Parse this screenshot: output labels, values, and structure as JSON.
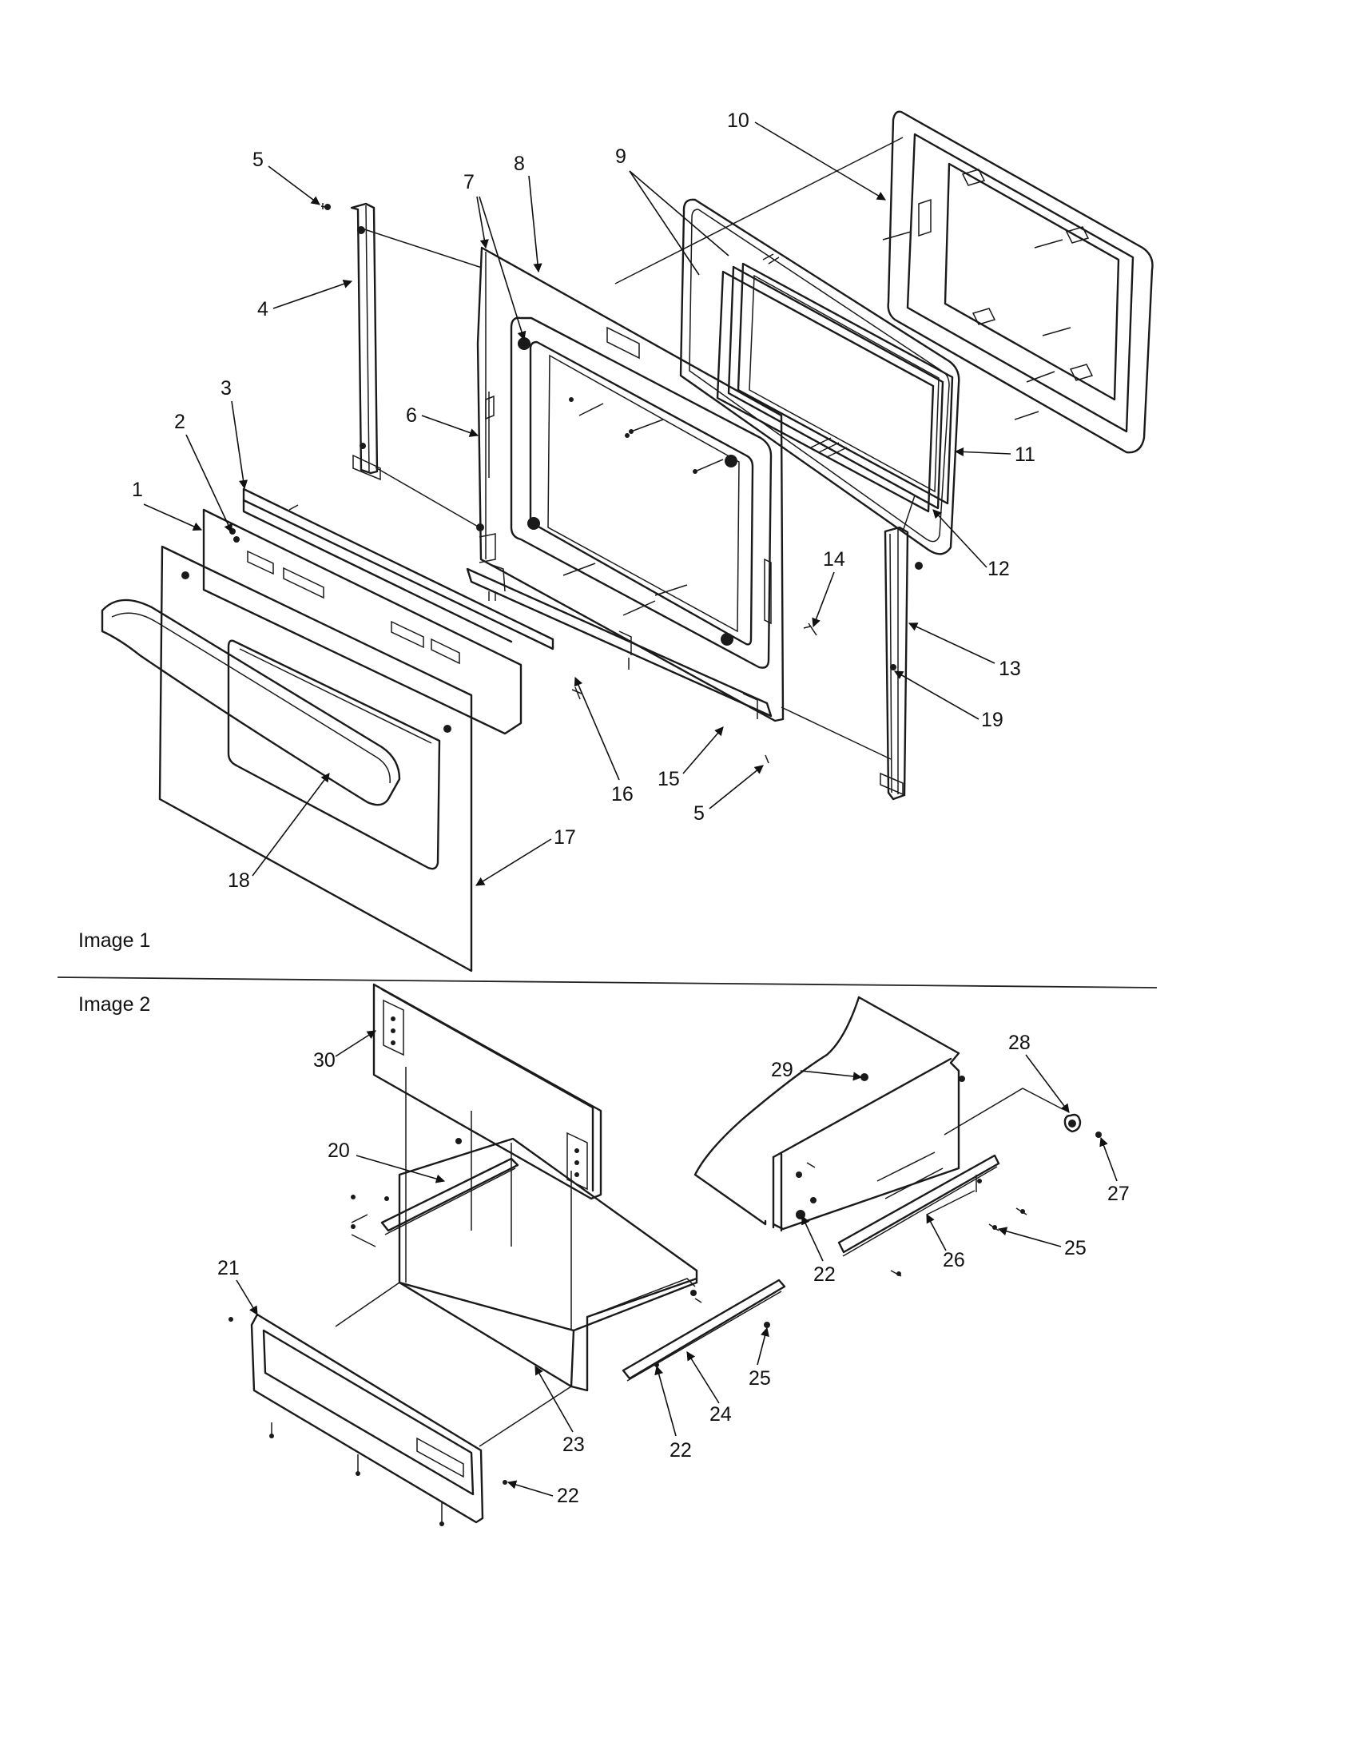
{
  "image_labels": {
    "image1": "Image 1",
    "image2": "Image 2"
  },
  "callouts": {
    "c1": "1",
    "c2": "2",
    "c3": "3",
    "c4": "4",
    "c5a": "5",
    "c5b": "5",
    "c6": "6",
    "c7": "7",
    "c8": "8",
    "c9": "9",
    "c10": "10",
    "c11": "11",
    "c12": "12",
    "c13": "13",
    "c14": "14",
    "c15": "15",
    "c16": "16",
    "c17": "17",
    "c18": "18",
    "c19": "19",
    "c20": "20",
    "c21": "21",
    "c22a": "22",
    "c22b": "22",
    "c22c": "22",
    "c23": "23",
    "c24": "24",
    "c25a": "25",
    "c25b": "25",
    "c26": "26",
    "c27": "27",
    "c28": "28",
    "c29": "29",
    "c30": "30"
  }
}
